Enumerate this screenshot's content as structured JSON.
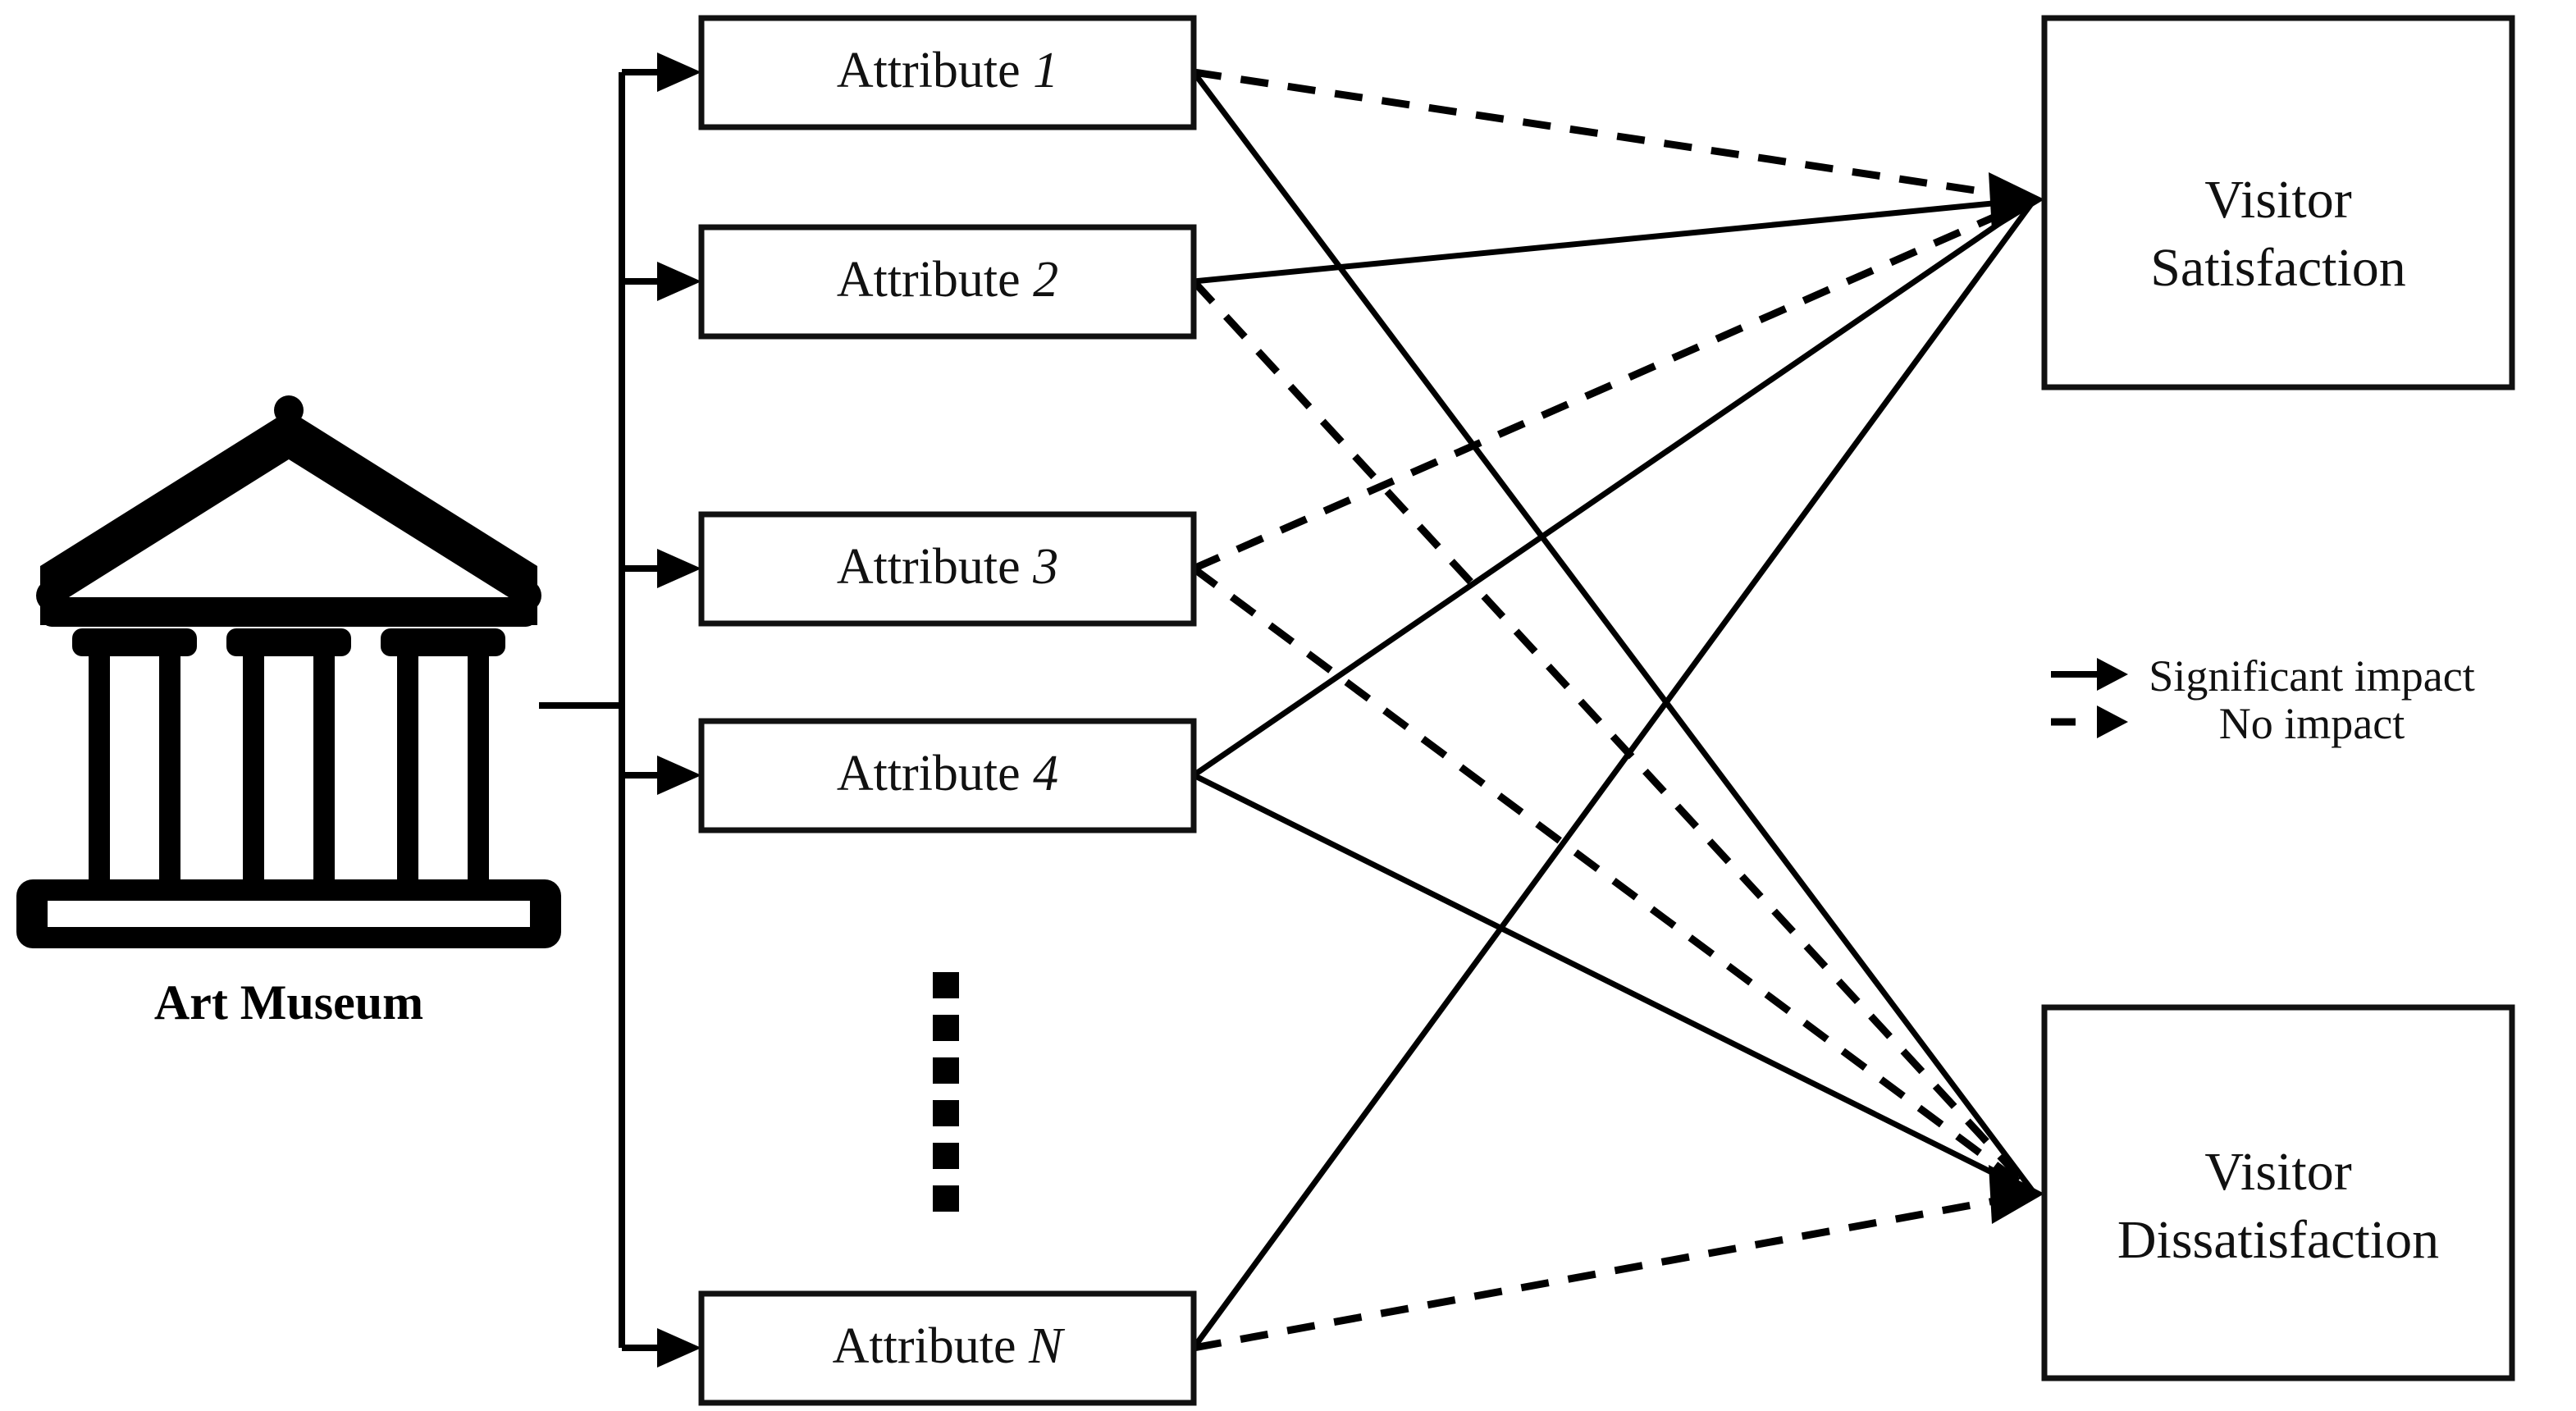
{
  "source": {
    "label": "Art Museum",
    "icon": "museum-icon"
  },
  "attributes": [
    {
      "prefix": "Attribute",
      "index": "1"
    },
    {
      "prefix": "Attribute",
      "index": "2"
    },
    {
      "prefix": "Attribute",
      "index": "3"
    },
    {
      "prefix": "Attribute",
      "index": "4"
    },
    {
      "prefix": "Attribute",
      "index": "N"
    }
  ],
  "ellipsis": {
    "dots": 6
  },
  "outcomes": [
    {
      "line1": "Visitor",
      "line2": "Satisfaction"
    },
    {
      "line1": "Visitor",
      "line2": "Dissatisfaction"
    }
  ],
  "legend": {
    "items": [
      {
        "style": "solid",
        "label": "Significant impact"
      },
      {
        "style": "dashed",
        "label": "No impact"
      }
    ]
  },
  "chart_data": {
    "type": "diagram",
    "title": "Art Museum attribute impact on visitor satisfaction and dissatisfaction",
    "nodes": [
      {
        "id": "source",
        "label": "Art Museum",
        "kind": "source"
      },
      {
        "id": "a1",
        "label": "Attribute 1",
        "kind": "attribute"
      },
      {
        "id": "a2",
        "label": "Attribute 2",
        "kind": "attribute"
      },
      {
        "id": "a3",
        "label": "Attribute 3",
        "kind": "attribute"
      },
      {
        "id": "a4",
        "label": "Attribute 4",
        "kind": "attribute"
      },
      {
        "id": "aN",
        "label": "Attribute N",
        "kind": "attribute"
      },
      {
        "id": "sat",
        "label": "Visitor Satisfaction",
        "kind": "outcome"
      },
      {
        "id": "dis",
        "label": "Visitor Dissatisfaction",
        "kind": "outcome"
      }
    ],
    "edges": [
      {
        "from": "source",
        "to": "a1",
        "style": "solid"
      },
      {
        "from": "source",
        "to": "a2",
        "style": "solid"
      },
      {
        "from": "source",
        "to": "a3",
        "style": "solid"
      },
      {
        "from": "source",
        "to": "a4",
        "style": "solid"
      },
      {
        "from": "source",
        "to": "aN",
        "style": "solid"
      },
      {
        "from": "a1",
        "to": "sat",
        "style": "dashed",
        "meaning": "No impact"
      },
      {
        "from": "a1",
        "to": "dis",
        "style": "solid",
        "meaning": "Significant impact"
      },
      {
        "from": "a2",
        "to": "sat",
        "style": "solid",
        "meaning": "Significant impact"
      },
      {
        "from": "a2",
        "to": "dis",
        "style": "dashed",
        "meaning": "No impact"
      },
      {
        "from": "a3",
        "to": "sat",
        "style": "dashed",
        "meaning": "No impact"
      },
      {
        "from": "a3",
        "to": "dis",
        "style": "dashed",
        "meaning": "No impact"
      },
      {
        "from": "a4",
        "to": "sat",
        "style": "solid",
        "meaning": "Significant impact"
      },
      {
        "from": "a4",
        "to": "dis",
        "style": "solid",
        "meaning": "Significant impact"
      },
      {
        "from": "aN",
        "to": "sat",
        "style": "solid",
        "meaning": "Significant impact"
      },
      {
        "from": "aN",
        "to": "dis",
        "style": "dashed",
        "meaning": "No impact"
      }
    ],
    "legend": [
      {
        "style": "solid",
        "label": "Significant impact"
      },
      {
        "style": "dashed",
        "label": "No impact"
      }
    ]
  }
}
